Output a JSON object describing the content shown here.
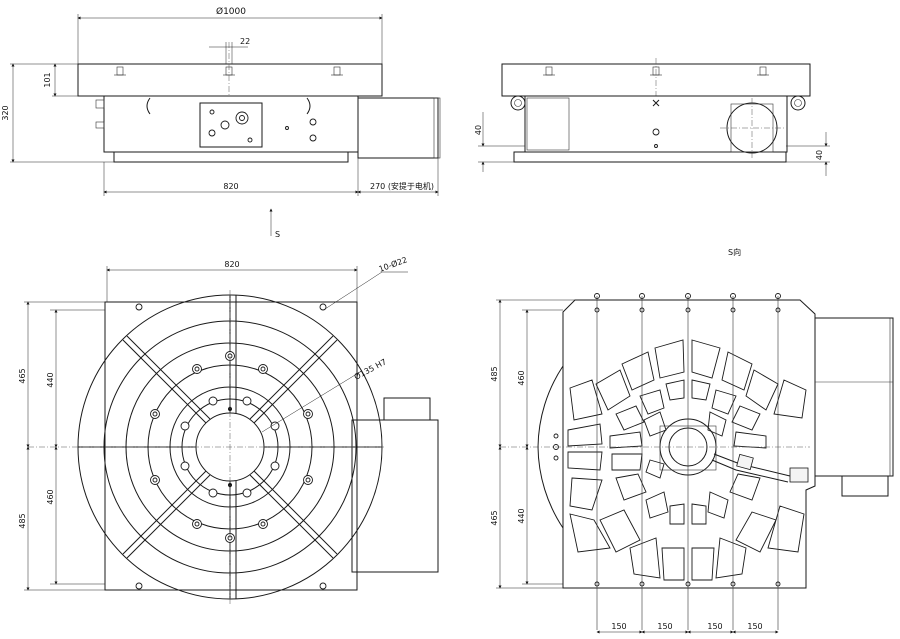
{
  "front_view": {
    "dia_1000": "Ø1000",
    "dim_22": "22",
    "dim_101": "101",
    "dim_320": "320",
    "dim_820": "820",
    "dim_270": "270 (安提于电机)"
  },
  "side_view": {
    "dim_40_left": "40",
    "dim_40_right": "40"
  },
  "view_arrow": {
    "label": "S"
  },
  "plan_view": {
    "dim_820": "820",
    "holes_note": "10-Ø22",
    "bore_note": "Ø135 H7",
    "dim_465_top": "465",
    "dim_440_top": "440",
    "dim_460_bottom": "460",
    "dim_485_bottom": "485"
  },
  "bottom_view": {
    "title": "S向",
    "dim_485_top": "485",
    "dim_460_top": "460",
    "dim_465_bottom": "465",
    "dim_440_bottom": "440",
    "pitch_labels": [
      "150",
      "150",
      "150",
      "150"
    ]
  }
}
